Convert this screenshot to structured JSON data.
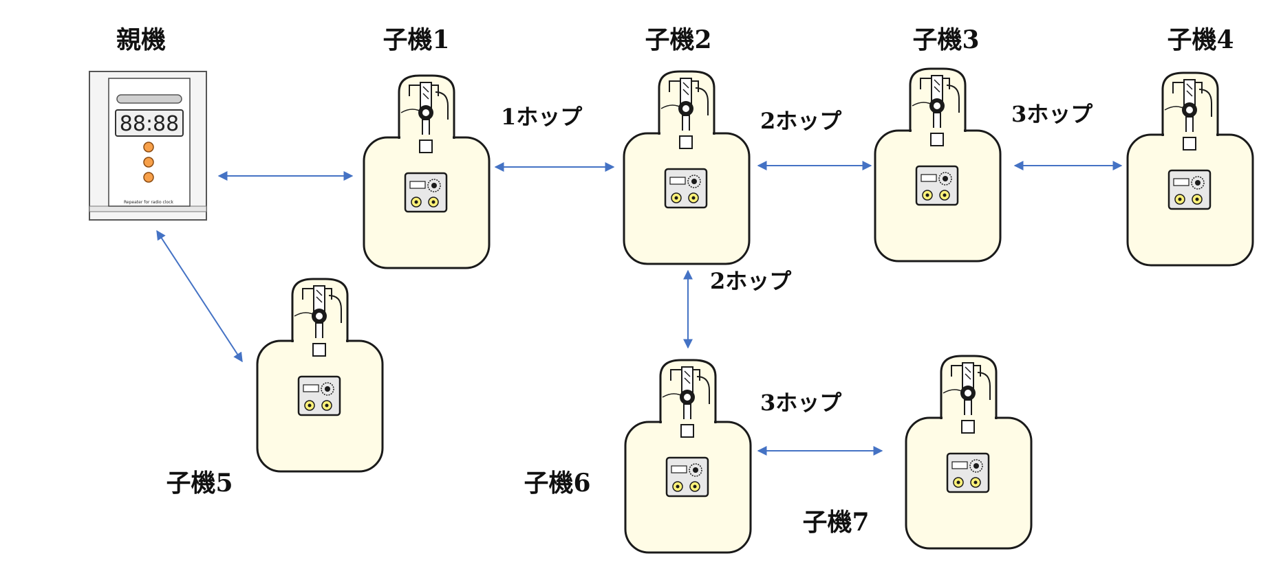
{
  "colors": {
    "arrow": "#4472C4",
    "device_fill": "#FFFCE6",
    "device_stroke": "#1a1a1a",
    "knob_orange": "#F7A04A",
    "panel_gray": "#E8E8E8"
  },
  "parent": {
    "label": "親機",
    "panel_icon": "clock-repeater-panel-icon",
    "display_text": "88:88",
    "caption": "Repeater for radio clock"
  },
  "children": [
    {
      "label": "子機1"
    },
    {
      "label": "子機2"
    },
    {
      "label": "子機3"
    },
    {
      "label": "子機4"
    },
    {
      "label": "子機5"
    },
    {
      "label": "子機6"
    },
    {
      "label": "子機7"
    }
  ],
  "hops": [
    {
      "label": "1ホップ"
    },
    {
      "label": "2ホップ"
    },
    {
      "label": "3ホップ"
    },
    {
      "label": "2ホップ"
    },
    {
      "label": "3ホップ"
    }
  ]
}
